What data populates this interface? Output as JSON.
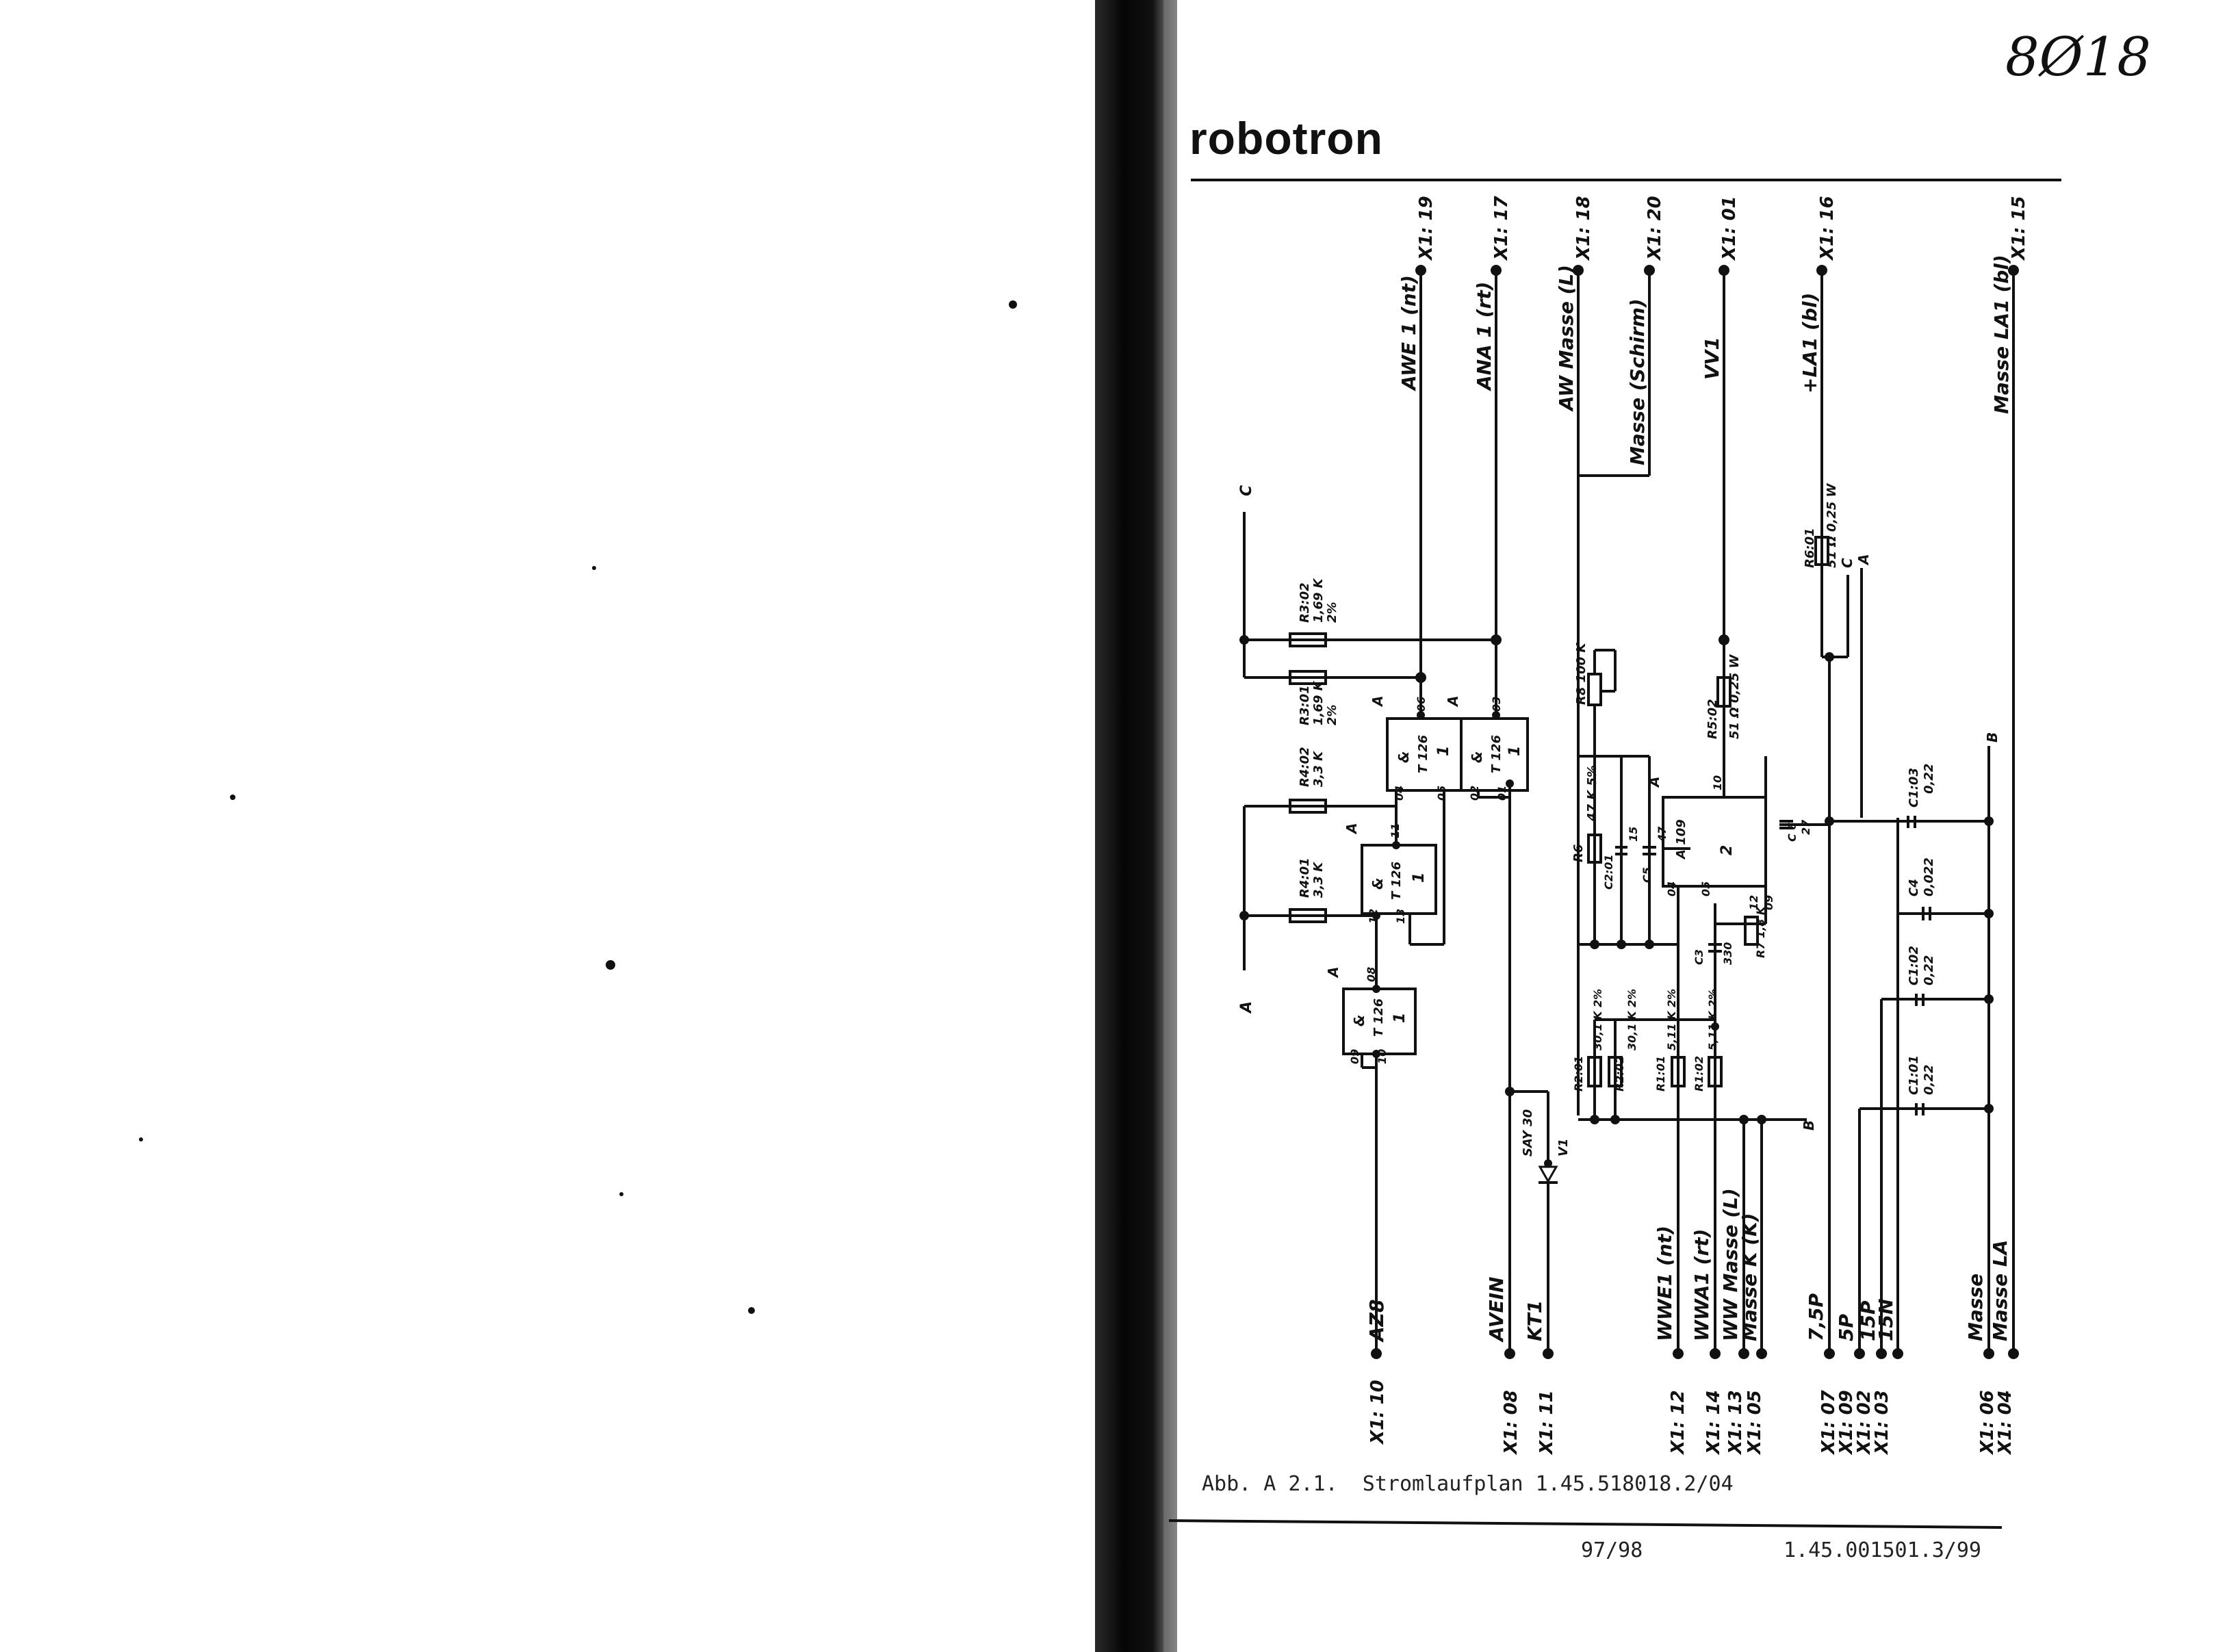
{
  "page": {
    "handwritten_number": "8Ø18",
    "brand": "robotron",
    "caption": "Abb. A 2.1.  Stromlaufplan 1.45.518018.2/04",
    "page_numbers": "97/98",
    "doc_number": "1.45.001501.3/99"
  },
  "schematic": {
    "top_pins": [
      {
        "pin": "X1: 19",
        "signal": "AWE 1 (nt)"
      },
      {
        "pin": "X1: 17",
        "signal": "ANA 1 (rt)"
      },
      {
        "pin": "X1: 18",
        "signal": "AW Masse (L)"
      },
      {
        "pin": "X1: 20",
        "signal": "Masse (Schirm)"
      },
      {
        "pin": "X1: 01",
        "signal": "VV1"
      },
      {
        "pin": "X1: 16",
        "signal": "+LA1 (bl)"
      },
      {
        "pin": "X1: 15",
        "signal": "Masse LA1 (bl)"
      }
    ],
    "bottom_pins": [
      {
        "pin": "X1: 10",
        "signal": "AZ8"
      },
      {
        "pin": "X1: 08",
        "signal": "AVEIN"
      },
      {
        "pin": "X1: 11",
        "signal": "KT1"
      },
      {
        "pin": "X1: 12",
        "signal": "WWE1 (nt)"
      },
      {
        "pin": "X1: 14",
        "signal": "WWA1 (rt)"
      },
      {
        "pin": "X1: 13",
        "signal": "WW Masse (L)"
      },
      {
        "pin": "X1: 05",
        "signal": "Masse K (K)"
      },
      {
        "pin": "X1: 07",
        "signal": "7,5P"
      },
      {
        "pin": "X1: 09",
        "signal": "5P"
      },
      {
        "pin": "X1: 02",
        "signal": "15P"
      },
      {
        "pin": "X1: 03",
        "signal": "15N"
      },
      {
        "pin": "X1: 06",
        "signal": "Masse"
      },
      {
        "pin": "X1: 04",
        "signal": "Masse LA"
      }
    ],
    "components": {
      "r302": "R3:02",
      "r302v": "1,69 K",
      "r302t": "2%",
      "r301": "R3:01",
      "r301v": "1,69 K",
      "r301t": "2%",
      "r402": "R4:02",
      "r402v": "3,3 K",
      "r401": "R4:01",
      "r401v": "3,3 K",
      "r6": "R6",
      "r6v": "47 K 5%",
      "r201": "R2:01",
      "r201v": "30,1 K 2%",
      "r202": "R2:02",
      "r202v": "30,1 K 2%",
      "r101": "R1:01",
      "r101v": "5,11 K 2%",
      "r102": "R1:02",
      "r102v": "5,11 K 2%",
      "r8": "R8 100 K",
      "r502": "R5:02",
      "r502v": "51 Ω 0,25 W",
      "r601": "R6:01",
      "r601v": "51 Ω 0,25 W",
      "r7": "R7 1,8 K",
      "c201": "C2:01",
      "c201v": "15",
      "c5": "C5",
      "c5v": "47",
      "c3": "C3",
      "c3v": "330",
      "c6": "C 6",
      "c6v": "27",
      "c103": "C1:03",
      "c103v": "0,22",
      "c4": "C4",
      "c4v": "0,022",
      "c102": "C1:02",
      "c102v": "0,22",
      "c101": "C1:01",
      "c101v": "0,22",
      "ic": "T 126",
      "opamp": "A 109",
      "diode": "SAY 30",
      "diode_ref": "V1",
      "net_a": "A",
      "net_b": "B",
      "net_c": "C",
      "gate_num": "1",
      "gate_sym": "&",
      "ic2_num": "2",
      "pins": {
        "p08": "08",
        "p09": "09",
        "p10": "10",
        "p11": "11",
        "p12": "12",
        "p13": "13",
        "p03": "03",
        "p04": "04",
        "p05": "05",
        "p06": "06",
        "p02": "02",
        "p01": "01"
      }
    }
  },
  "colors": {
    "page": "#ffffff",
    "ink": "#111111",
    "binding": "#0a0a0a"
  }
}
